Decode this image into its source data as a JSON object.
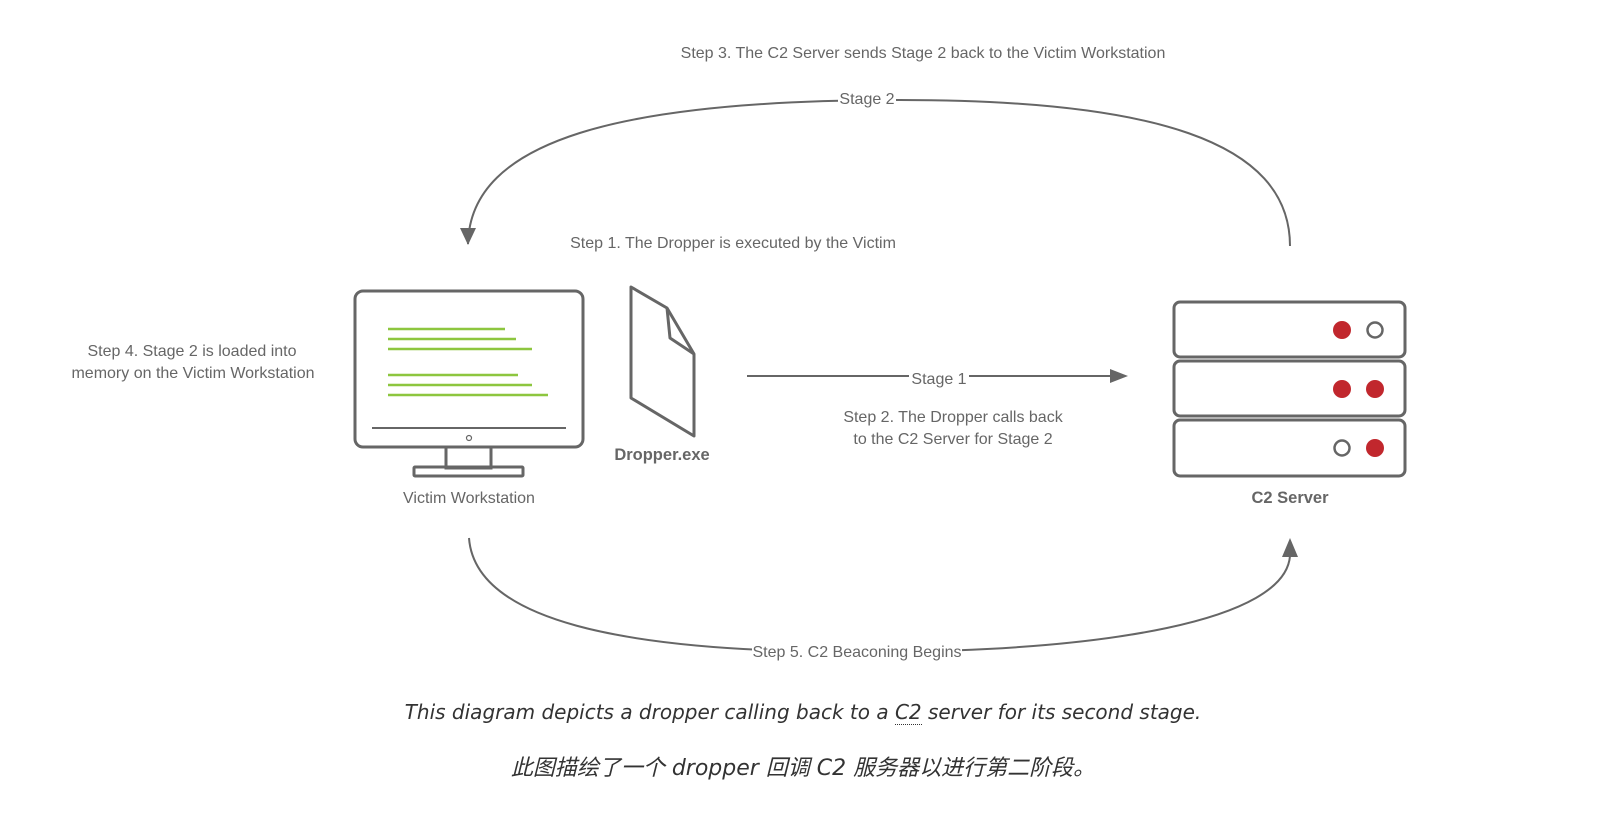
{
  "diagram": {
    "steps": {
      "step1": "Step 1. The Dropper is executed by the Victim",
      "step2_line1": "Step 2. The Dropper calls back",
      "step2_line2": "to the C2 Server for Stage 2",
      "step3": "Step 3. The C2 Server sends Stage 2 back to the Victim Workstation",
      "step4_line1": "Step 4. Stage 2 is loaded into",
      "step4_line2": "memory on the Victim Workstation",
      "step5": "Step 5. C2 Beaconing Begins"
    },
    "edge_labels": {
      "stage1": "Stage 1",
      "stage2": "Stage 2"
    },
    "nodes": {
      "victim": "Victim Workstation",
      "dropper": "Dropper.exe",
      "server": "C2 Server"
    },
    "colors": {
      "stroke": "#666666",
      "code_lines": "#8dc63f",
      "led_red": "#c1272d"
    }
  },
  "caption": {
    "en_before": "This diagram depicts a dropper calling back to a ",
    "en_abbr": "C2",
    "en_after": " server for its second stage.",
    "zh": "此图描绘了一个 dropper 回调 C2 服务器以进行第二阶段。"
  }
}
